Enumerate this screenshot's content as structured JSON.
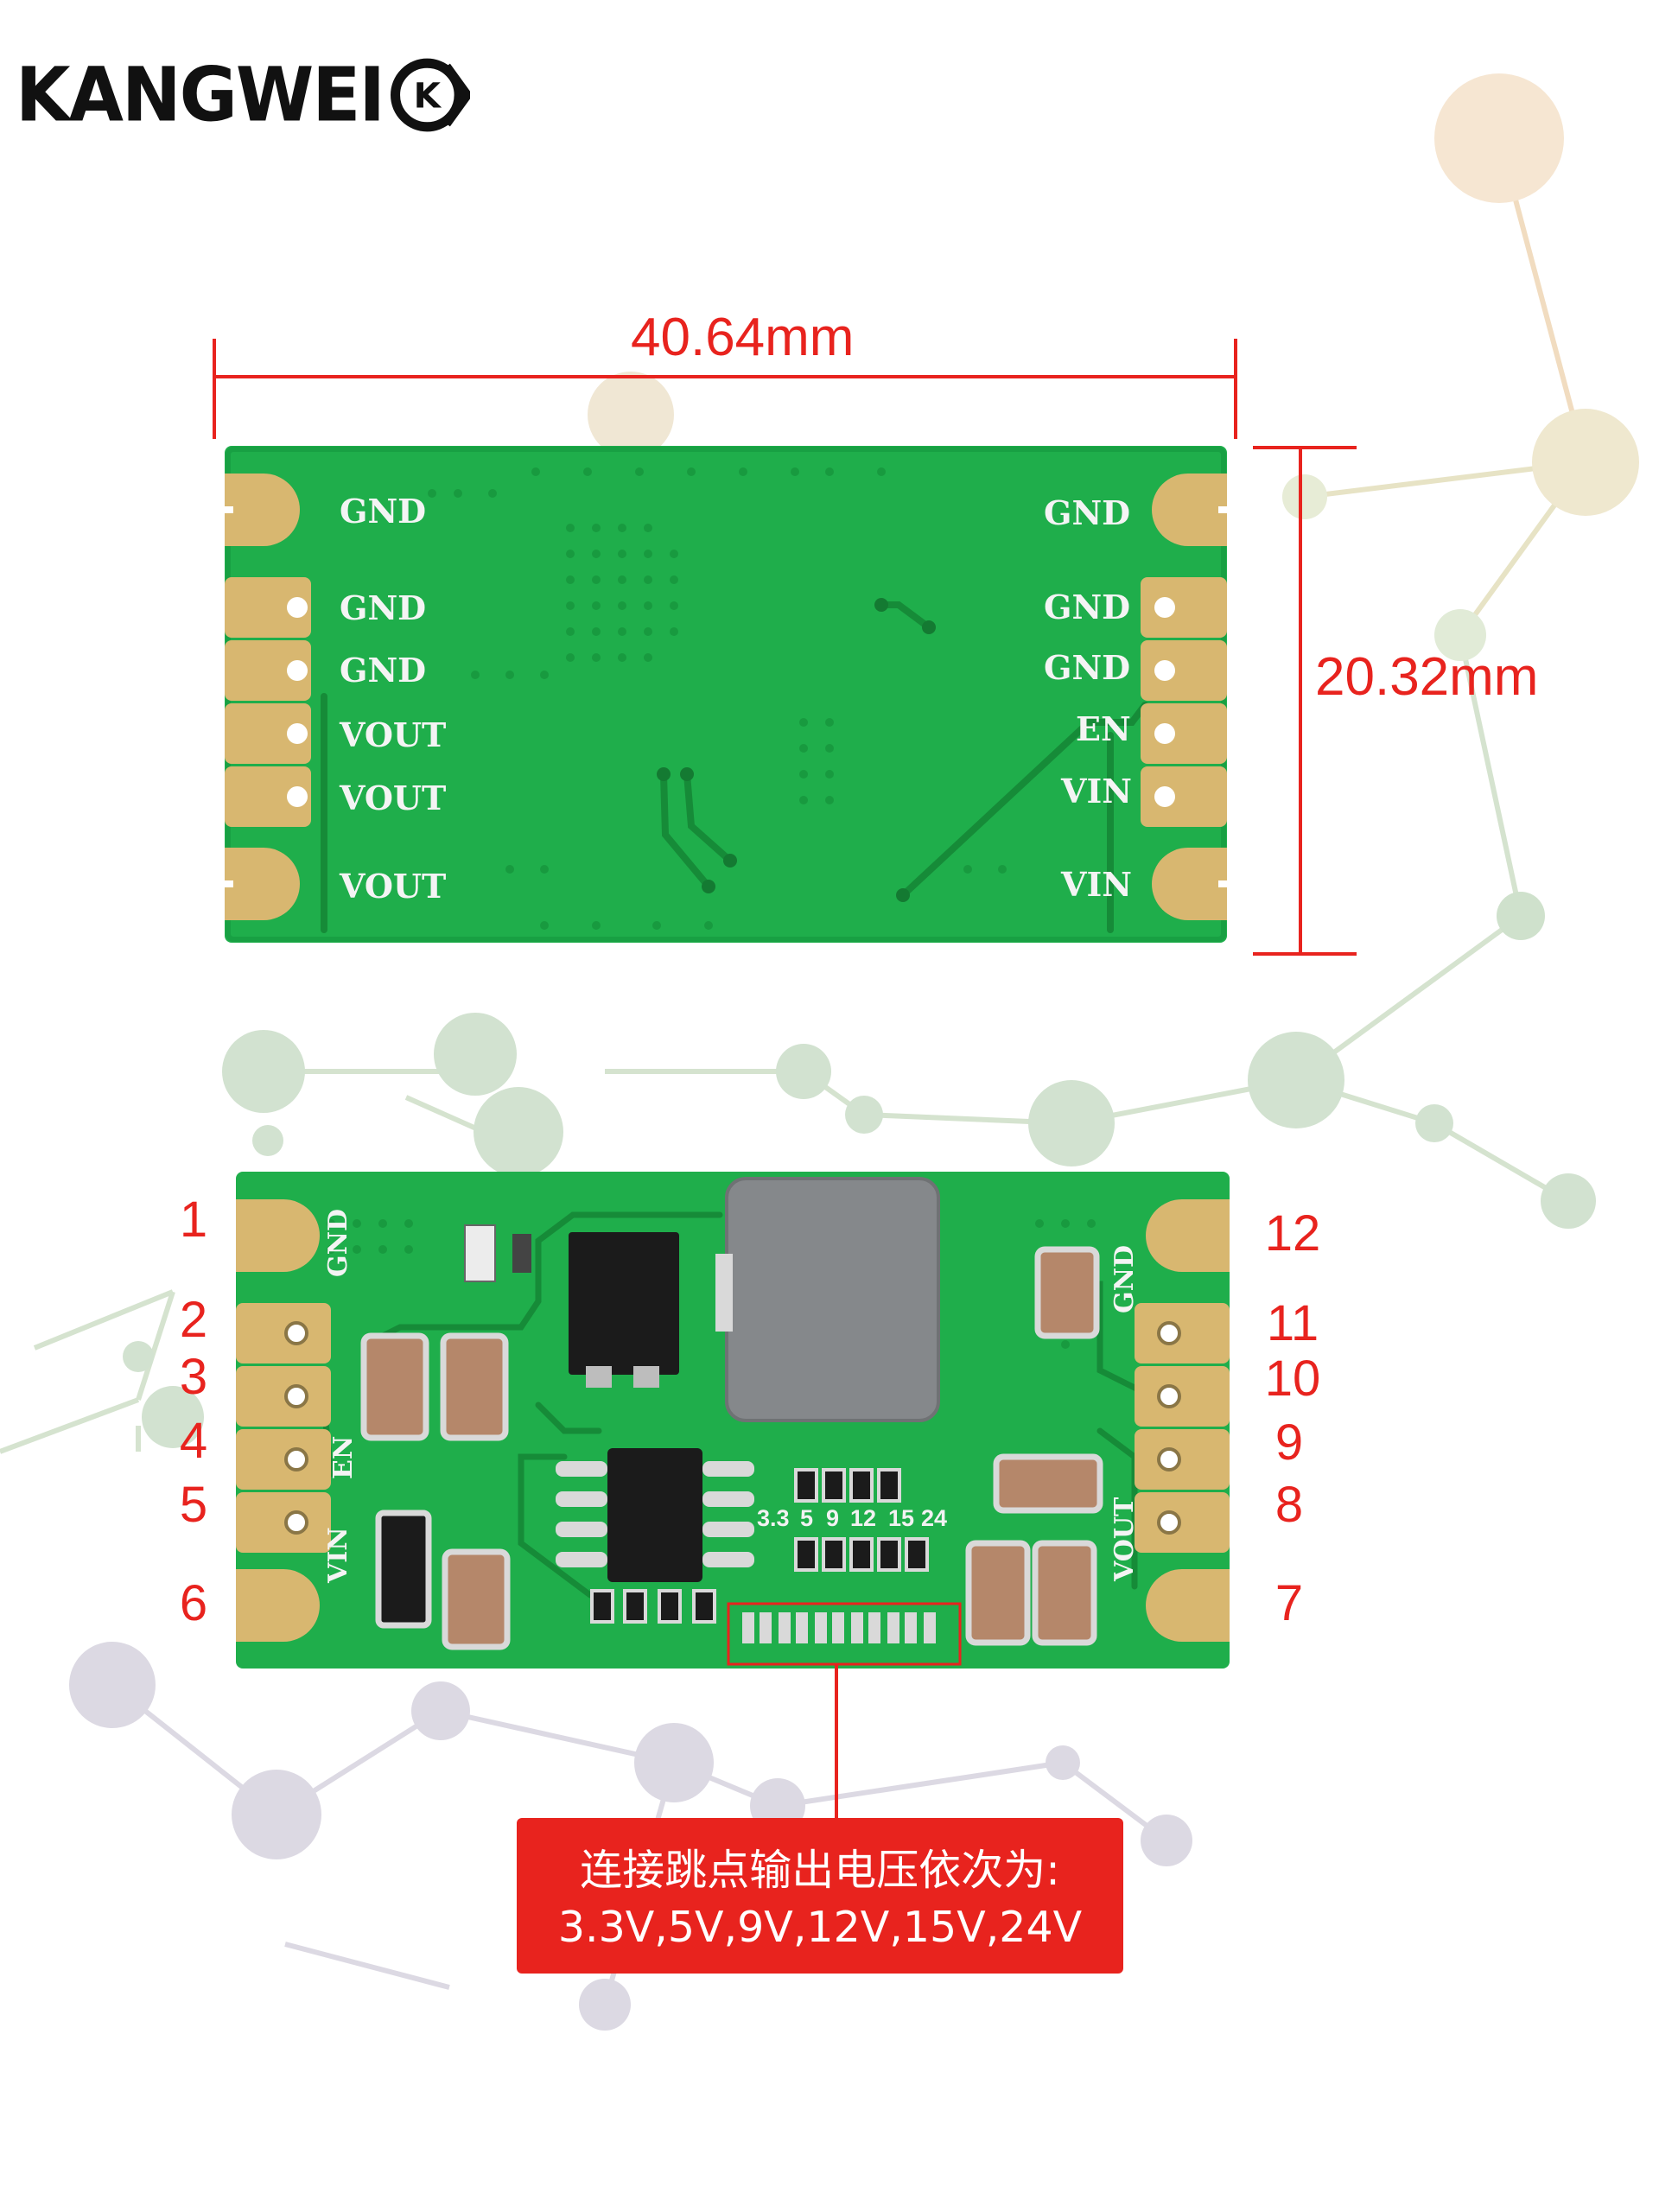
{
  "brand": {
    "name": "KANGWEI",
    "badge": "K"
  },
  "dimensions": {
    "width": "40.64mm",
    "height": "20.32mm"
  },
  "back_labels": {
    "left": [
      "GND",
      "GND",
      "GND",
      "VOUT",
      "VOUT",
      "VOUT"
    ],
    "right": [
      "GND",
      "GND",
      "GND",
      "EN",
      "VIN",
      "VIN"
    ]
  },
  "front_labels": {
    "gnd_left": "GND",
    "en": "EN",
    "vin": "VIN",
    "gnd_right": "GND",
    "vout": "VOUT"
  },
  "pin_numbers": {
    "left": [
      "1",
      "2",
      "3",
      "4",
      "5",
      "6"
    ],
    "right": [
      "12",
      "11",
      "10",
      "9",
      "8",
      "7"
    ]
  },
  "jumper_voltages": [
    "3.3",
    "5",
    "9",
    "12",
    "15",
    "24"
  ],
  "note": {
    "line1": "连接跳点输出电压依次为:",
    "line2": "3.3V,5V,9V,12V,15V,24V"
  },
  "colors": {
    "pcb": "#1fae4b",
    "pad": "#d8b770",
    "accent": "#e8231e",
    "inductor": "#85888b",
    "cap": "#b5876a"
  }
}
